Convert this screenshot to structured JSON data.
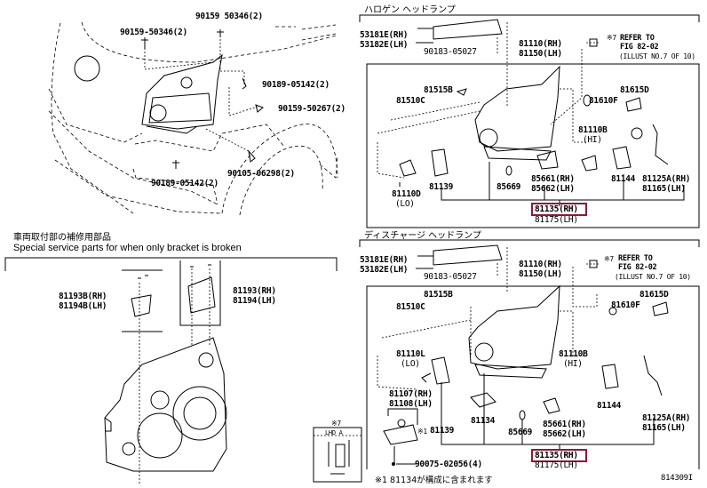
{
  "vehicle_front": {
    "labels": {
      "bolt_top_left": "90159-50346(2)",
      "bolt_top_center": "90159 50346(2)",
      "clip_right": "90189-05142(2)",
      "screw_right": "90159-50267(2)",
      "bolt_lower_right": "90105-06298(2)",
      "clip_bottom": "90189-05142(2)"
    }
  },
  "bracket_section": {
    "title_jp": "車両取付部の補修用部品",
    "title_en": "Special service parts for when only bracket is broken",
    "labels": {
      "bracket_b": [
        "81193B(RH)",
        "81194B(LH)"
      ],
      "bracket": [
        "81193(RH)",
        "81194(LH)"
      ]
    },
    "inset": {
      "note_mark": "※7",
      "caption": "LHD A"
    }
  },
  "halogen_section": {
    "title": "ハロゲン ヘッドランプ",
    "labels": {
      "cover": [
        "53181E(RH)",
        "53182E(LH)"
      ],
      "cover_screw": "90183-05027",
      "lamp_assy": [
        "81110(RH)",
        "81150(LH)"
      ],
      "refer_mark": "※7",
      "refer": [
        "REFER TO",
        "FIG 82-02",
        "(ILLUST NO.7 OF 10)"
      ],
      "p81515B": "81515B",
      "p81510C": "81510C",
      "p81615D": "81615D",
      "p81610F": "81610F",
      "bulb_hi": [
        "81110B",
        "(HI)"
      ],
      "bulb_lo": [
        "81110D",
        "(LO)"
      ],
      "p81139": "81139",
      "p85669": "85669",
      "actuator": [
        "85661(RH)",
        "85662(LH)"
      ],
      "p81144": "81144",
      "harness": [
        "81125A(RH)",
        "81165(LH)"
      ],
      "unit_rh": "81135(RH)",
      "unit_lh": "81175(LH)"
    }
  },
  "discharge_section": {
    "title": "ディスチャージ ヘッドランプ",
    "labels": {
      "cover": [
        "53181E(RH)",
        "53182E(LH)"
      ],
      "cover_screw": "90183-05027",
      "lamp_assy": [
        "81110(RH)",
        "81150(LH)"
      ],
      "refer_mark": "※7",
      "refer": [
        "REFER TO",
        "FIG 82-02",
        "(ILLUST NO.7 OF 10)"
      ],
      "p81515B": "81515B",
      "p81510C": "81510C",
      "p81615D": "81615D",
      "p81610F": "81610F",
      "bulb_lo": [
        "81110L",
        "(LO)"
      ],
      "bulb_hi": [
        "81110B",
        "(HI)"
      ],
      "ballast": [
        "81107(RH)",
        "81108(LH)"
      ],
      "note_mark": "※1",
      "p81139": "81139",
      "p81134": "81134",
      "p85669": "85669",
      "actuator": [
        "85661(RH)",
        "85662(LH)"
      ],
      "p81144": "81144",
      "harness": [
        "81125A(RH)",
        "81165(LH)"
      ],
      "ballast_screw": "90075-02056(4)",
      "unit_rh": "81135(RH)",
      "unit_lh": "81175(LH)"
    },
    "footnote": "※1 81134が構成に含まれます"
  },
  "figure_id": "814309I",
  "highlight_color": "#8b1a3a"
}
